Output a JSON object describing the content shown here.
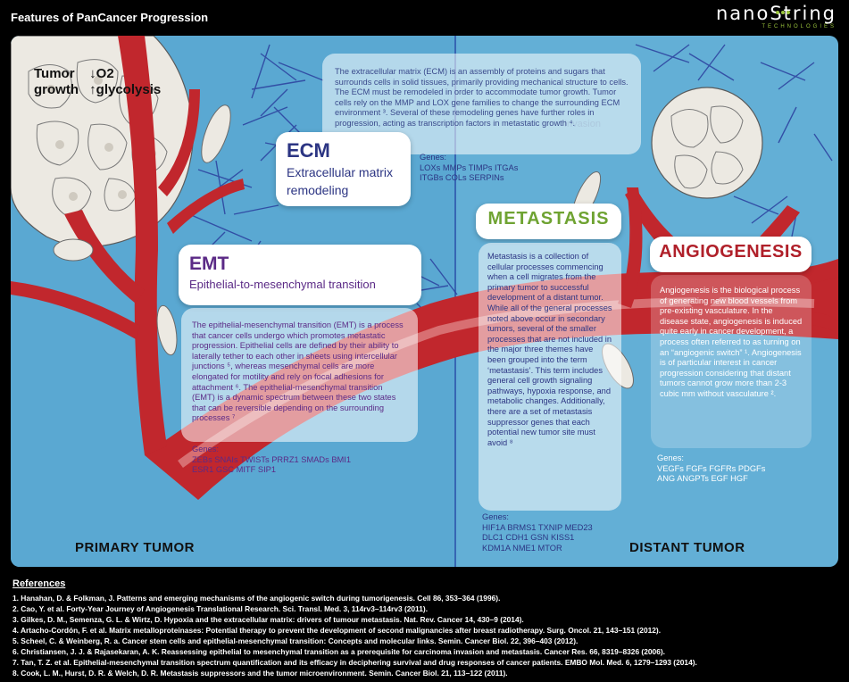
{
  "header": {
    "title": "Features of PanCancer Progression",
    "logo_word": "nanoString",
    "logo_tagline": "TECHNOLOGIES"
  },
  "tumor_note": {
    "line1_left": "Tumor",
    "line2_left": "growth",
    "line1_right": "↓O2",
    "line2_right": "↑glycolysis"
  },
  "ecm": {
    "abbr": "ECM",
    "full_line1": "Extracellular matrix",
    "full_line2": "remodeling",
    "description": "The extracellular matrix (ECM) is an assembly of proteins and sugars that surrounds cells in solid tissues, primarily providing mechanical structure to cells. The ECM must be remodeled in order to accommodate tumor growth. Tumor cells rely on the MMP and LOX gene families to change the surrounding ECM environment ³. Several of these remodeling genes have further roles in progression, acting as transcription factors in metastatic growth ⁴.",
    "genes_label": "Genes:",
    "genes_line1": "LOXs  MMPs  TIMPs  ITGAs",
    "genes_line2": "ITGBs  COLs  SERPINs"
  },
  "emt": {
    "abbr": "EMT",
    "full": "Epithelial-to-mesenchymal transition",
    "description": "The epithelial-mesenchymal transition (EMT) is a process that cancer cells undergo which promotes metastatic progression. Epithelial cells are defined by their ability to laterally tether to each other in sheets using intercellular junctions ⁵, whereas mesenchymal cells are more elongated for motility and rely on focal adhesions for attachment ⁶. The epithelial-mesenchymal transition (EMT) is a dynamic spectrum between these two states that can be reversible depending on the surrounding processes ⁷",
    "genes_label": "Genes:",
    "genes_line1": "ZEBs  SNAIs  TWISTs  PRRZ1  SMADs  BMI1",
    "genes_line2": "ESR1  GSC  MITF  SIP1"
  },
  "metastasis": {
    "abbr": "METASTASIS",
    "description": "Metastasis is a collection of cellular processes commencing when a cell migrates from the primary tumor to successful development of a distant tumor. While all of the general processes noted above occur in secondary tumors, several of the smaller processes that are not included in the major three themes have been grouped into the term ‘metastasis’. This term includes general cell growth signaling pathways, hypoxia response, and metabolic changes. Additionally, there are a set of metastasis suppressor genes that each potential new tumor site must avoid ⁸",
    "genes_label": "Genes:",
    "genes_line1": "HIF1A  BRMS1  TXNIP  MED23",
    "genes_line2": "DLC1  CDH1  GSN  KISS1",
    "genes_line3": "KDM1A  NME1  MTOR"
  },
  "angiogenesis": {
    "abbr": "ANGIOGENESIS",
    "description": "Angiogenesis is the biological process of generating new blood vessels from pre-existing vasculature. In the disease state, angiogenesis is induced quite early in cancer development, a process often referred to as turning on an “angiogenic switch” ¹.  Angiogenesis is of particular interest in cancer progression considering that distant tumors cannot grow more than 2-3 cubic mm without vasculature ².",
    "genes_label": "Genes:",
    "genes_line1": "VEGFs   FGFs  FGFRs  PDGFs",
    "genes_line2": "ANG  ANGPTs  EGF  HGF"
  },
  "labels": {
    "invasion": "Invasion",
    "primary": "PRIMARY TUMOR",
    "distant": "DISTANT TUMOR"
  },
  "references": {
    "title": "References",
    "items": [
      "1.  Hanahan, D. & Folkman, J. Patterns and emerging mechanisms of the angiogenic switch during tumorigenesis. Cell 86, 353–364 (1996).",
      "2. Cao, Y. et al. Forty-Year Journey of Angiogenesis Translational Research. Sci. Transl. Med. 3, 114rv3–114rv3 (2011).",
      "3. Gilkes, D. M., Semenza, G. L. & Wirtz, D. Hypoxia and the extracellular matrix: drivers of tumour metastasis. Nat. Rev. Cancer 14, 430–9 (2014).",
      "4. Artacho-Cordón, F. et al. Matrix metalloproteinases: Potential therapy to prevent the development of second malignancies after breast radiotherapy. Surg. Oncol. 21, 143–151 (2012).",
      "5. Scheel, C. & Weinberg, R. a. Cancer stem cells and epithelial-mesenchymal transition: Concepts and molecular links. Semin. Cancer Biol. 22, 396–403 (2012).",
      "6. Christiansen, J. J. & Rajasekaran, A. K. Reassessing epithelial to mesenchymal transition as a prerequisite for carcinoma invasion and metastasis. Cancer Res. 66, 8319–8326 (2006).",
      "7.  Tan, T. Z. et al. Epithelial-mesenchymal transition spectrum quantification and its efficacy in deciphering survival and drug responses of cancer patients. EMBO Mol. Med. 6, 1279–1293 (2014).",
      "8. Cook, L. M., Hurst, D. R. & Welch, D. R. Metastasis suppressors and the tumor microenvironment. Semin. Cancer Biol. 21, 113–122 (2011)."
    ]
  },
  "colors": {
    "background": "#63afd6",
    "vessel": "#c1272d",
    "ecm_text": "#2c3583",
    "emt_text": "#5b2a86",
    "metastasis_title": "#6fa332",
    "angiogenesis_title": "#b0202a",
    "brand_green": "#9bc53d"
  }
}
